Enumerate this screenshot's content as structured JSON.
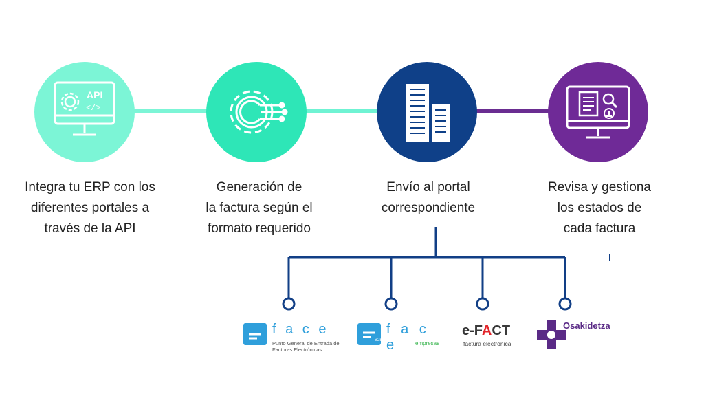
{
  "steps": [
    {
      "icon": "computer-api-icon",
      "color": "#7cf5d6",
      "lines": [
        "Integra tu ERP con los",
        "diferentes portales a",
        "través de la API"
      ]
    },
    {
      "icon": "gear-circuit-icon",
      "color": "#2ee6b7",
      "lines": [
        "Generación de",
        "la factura según el",
        "formato requerido"
      ]
    },
    {
      "icon": "buildings-icon",
      "color": "#0f4088",
      "lines": [
        "Envío al portal",
        "correspondiente"
      ]
    },
    {
      "icon": "computer-document-search-icon",
      "color": "#6f2a97",
      "lines": [
        "Revisa y gestiona",
        "los estados de",
        "cada factura"
      ]
    }
  ],
  "icon_labels": {
    "api": "API",
    "code": "</>"
  },
  "connector_colors": {
    "left": "#6ff3d3",
    "right": "#6a2d91",
    "tree": "#123f86"
  },
  "portals": [
    {
      "name": "face",
      "logo_text": "f a c e",
      "subtitle_lines": [
        "Punto General de Entrada de",
        "Facturas Electrónicas"
      ],
      "color": "#2f9fdb"
    },
    {
      "name": "face-empresas",
      "logo_text": "f a c e",
      "subtitle_lines": [
        "empresas"
      ],
      "badge": "B2B",
      "color": "#2f9fdb",
      "subtitle_color": "#34b34a"
    },
    {
      "name": "e-fact",
      "logo_text_prefix": "e-",
      "logo_text_main": "FACT",
      "subtitle_lines": [
        "factura electrónica"
      ],
      "color": "#3a3a3a",
      "accent": "#e3262b"
    },
    {
      "name": "osakidetza",
      "logo_text": "Osakidetza",
      "color": "#5a2a86"
    }
  ]
}
